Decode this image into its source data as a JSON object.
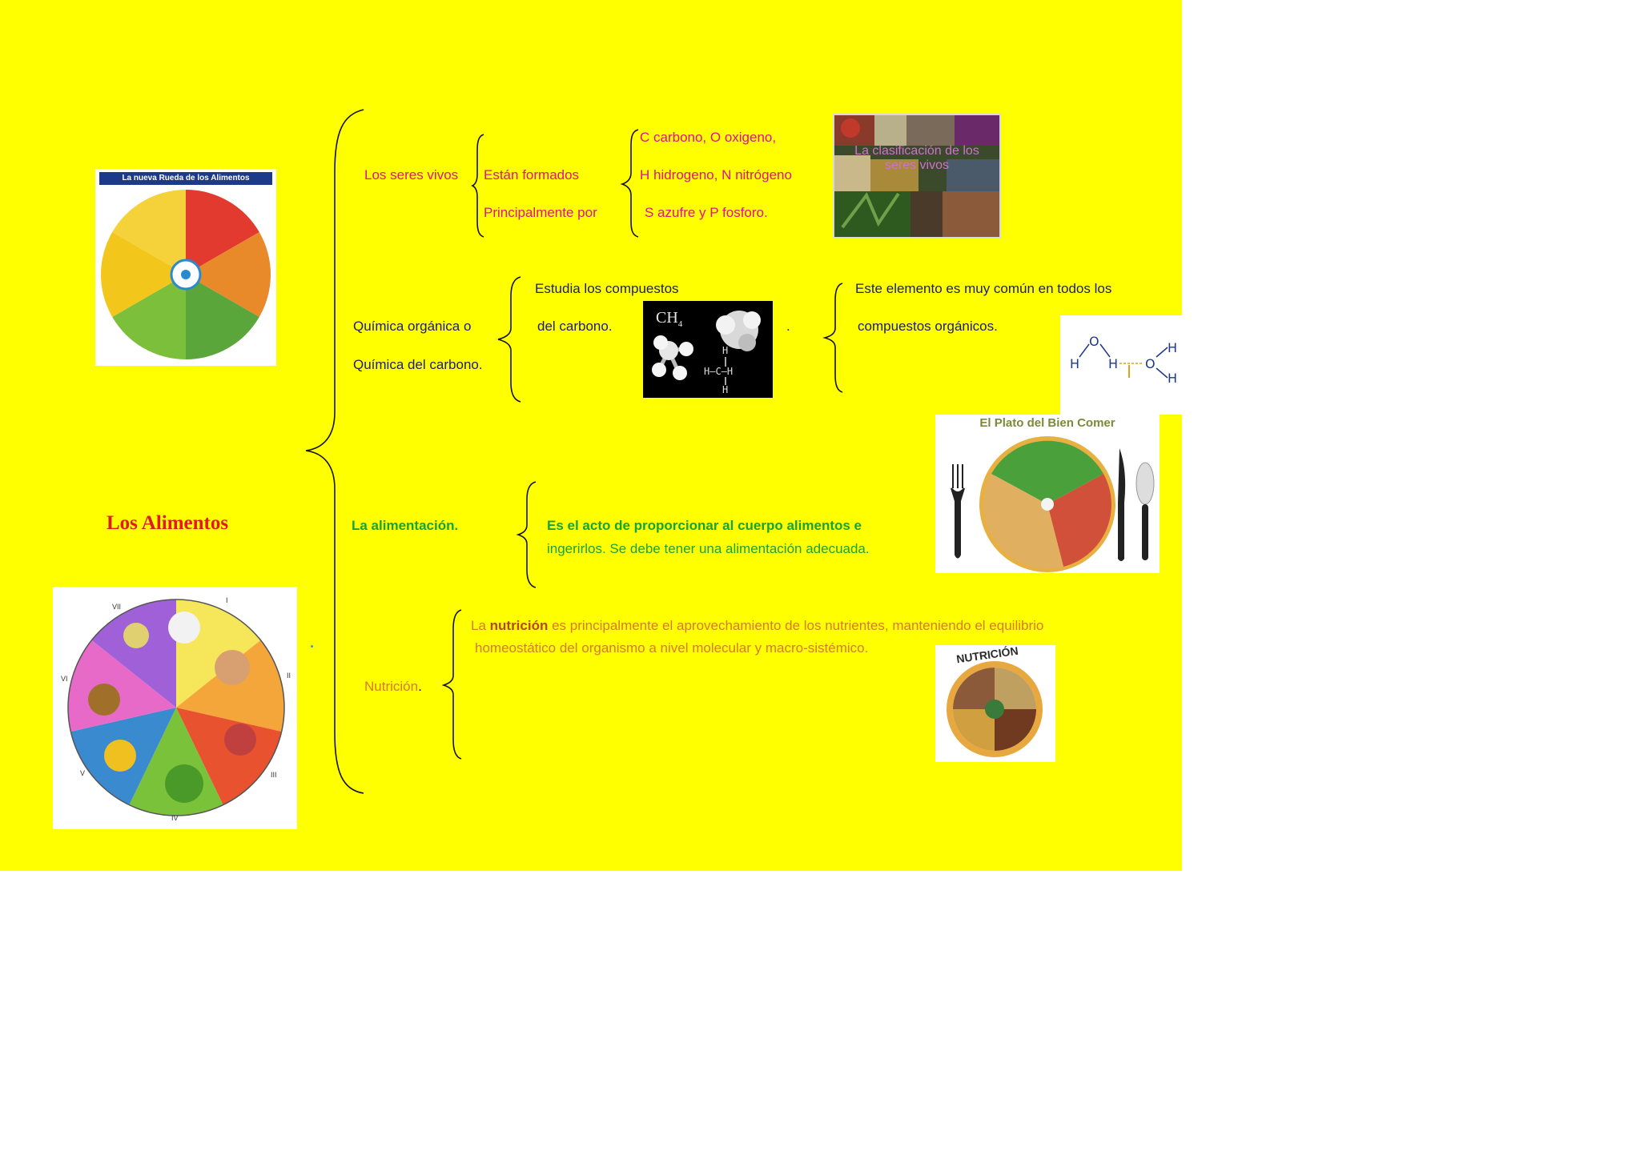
{
  "title": "Los Alimentos",
  "colors": {
    "background": "#ffff00",
    "magenta": "#e0148c",
    "navy": "#1c1c7a",
    "green": "#18a33a",
    "orange": "#d9792e",
    "title_red": "#e01b1b"
  },
  "seres_vivos": {
    "label": "Los seres vivos",
    "mid_line1": "Están formados",
    "mid_line2": "Principalmente por",
    "elements_line1": "C carbono, O oxigeno,",
    "elements_line2": "H hidrogeno, N nitrógeno",
    "elements_line3": "S azufre y P fosforo."
  },
  "quimica": {
    "label_line1": "Química orgánica o",
    "label_line2": "Química del carbono.",
    "mid_line1": "Estudia los compuestos",
    "mid_line2": "del carbono.",
    "dot": ".",
    "right_line1": "Este elemento es muy común en todos los",
    "right_line2": "compuestos orgánicos."
  },
  "alimentacion": {
    "label": "La alimentación.",
    "desc_line1": "Es el acto de proporcionar al cuerpo alimentos e",
    "desc_line2": "ingerirlos. Se debe tener una alimentación adecuada."
  },
  "nutricion": {
    "label": "Nutrición",
    "label_dot": ".",
    "desc_prefix": "La ",
    "desc_bold": "nutrición",
    "desc_line1_rest": " es principalmente el aprovechamiento de los nutrientes, manteniendo el equilibrio",
    "desc_line2": "homeostático del organismo a nivel molecular y macro-sistémico."
  },
  "images": {
    "rueda_title": "La nueva Rueda de los Alimentos",
    "clasificacion_text": "La clasificación de los seres vivos",
    "ch4_formula": "CH",
    "ch4_subscript": "4",
    "plato_title": "El Plato del Bien Comer",
    "nutricion_logo": "NUTRICIÓN",
    "wheel_numerals": [
      "I",
      "II",
      "III",
      "IV",
      "V",
      "VI",
      "VII"
    ],
    "water_atoms": [
      "O",
      "H",
      "H",
      "O",
      "H",
      "H"
    ]
  }
}
